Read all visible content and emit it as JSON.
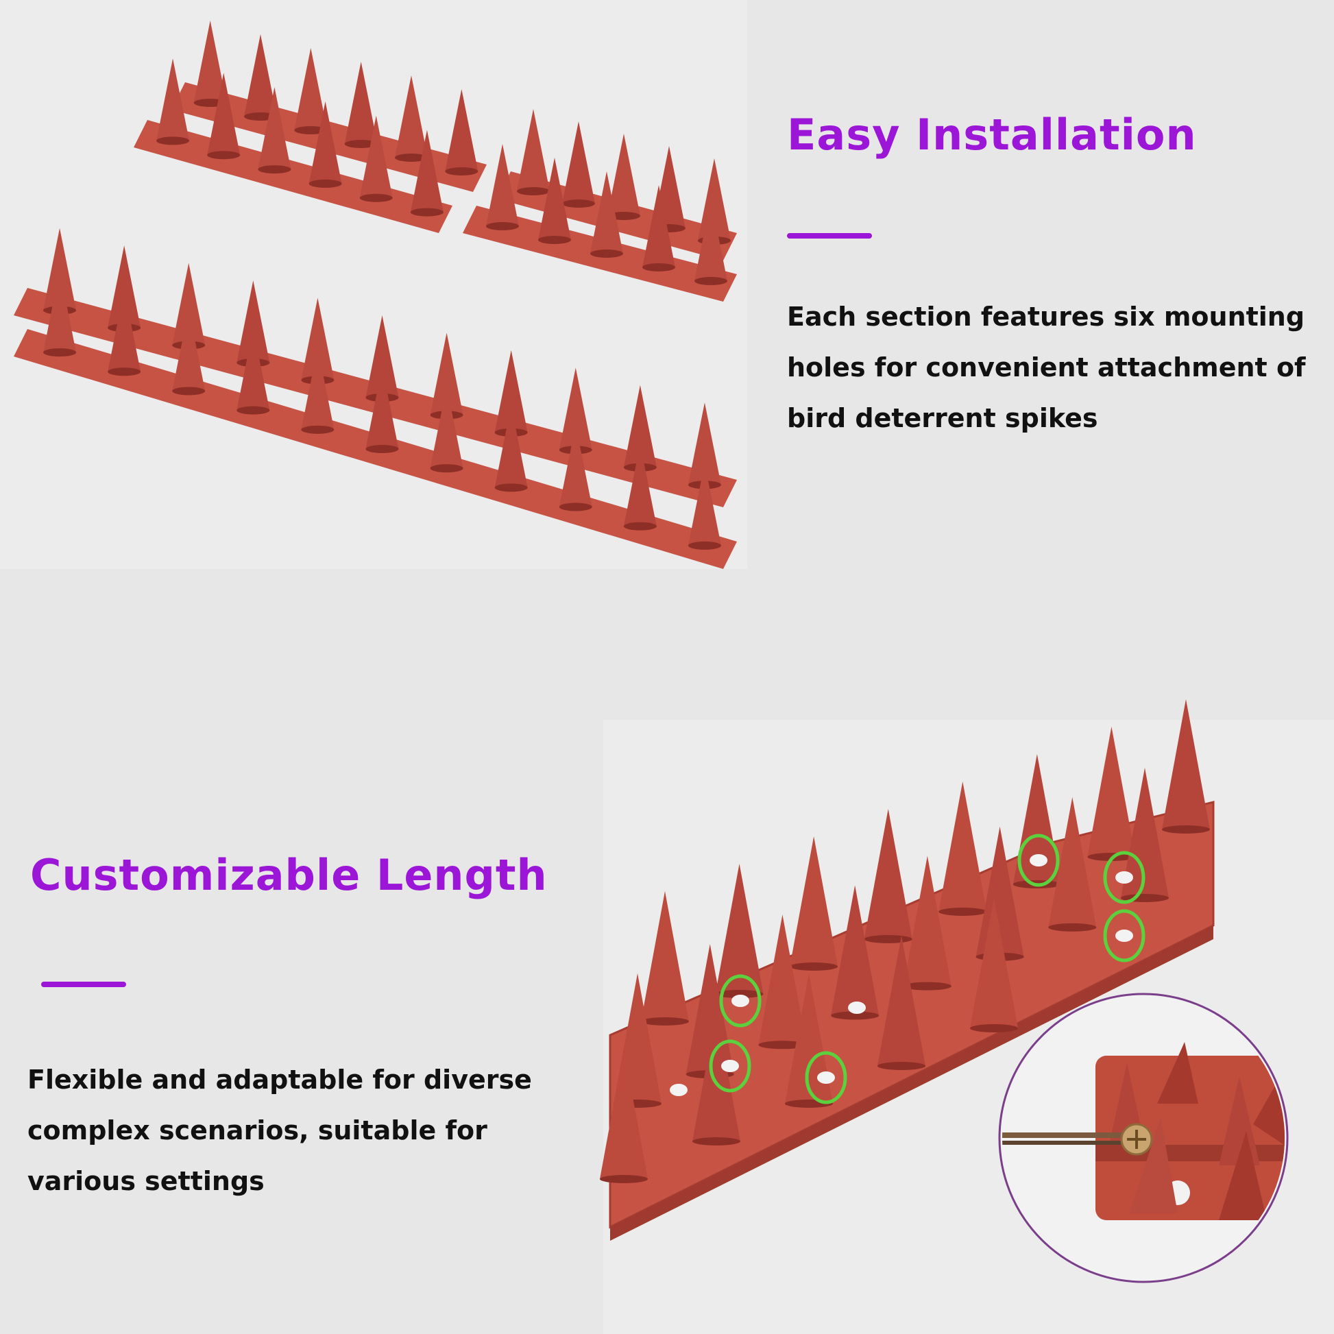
{
  "colors": {
    "accent_purple": "#9b16d6",
    "body_text": "#111111",
    "spike_red": "#b5453a",
    "spike_dark": "#8e2f27",
    "base_red": "#c65344",
    "highlight_green": "#5bd13d",
    "background": "#e7e7e7"
  },
  "section_install": {
    "title": "Easy Installation",
    "lines": [
      "Each section features six mounting",
      "holes for convenient attachment of",
      "bird deterrent spikes"
    ],
    "image_icon": "bird-spike-strips-stacked"
  },
  "section_length": {
    "title": "Customizable Length",
    "lines": [
      "Flexible and adaptable for diverse",
      "complex scenarios, suitable for",
      "various settings"
    ],
    "image_icon": "bird-spike-strip-with-highlighted-holes",
    "inset_icon": "screwdriver-mounting-closeup"
  }
}
